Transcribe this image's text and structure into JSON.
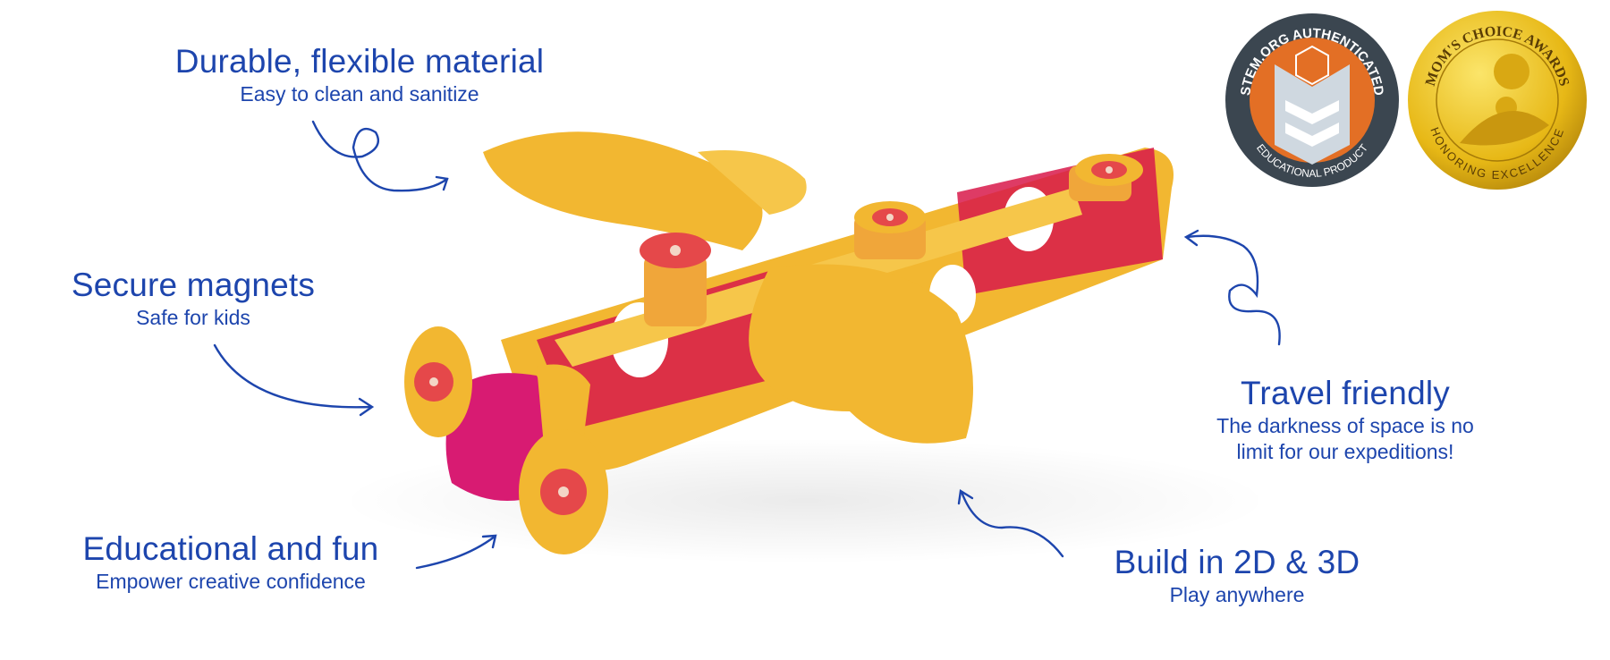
{
  "features": [
    {
      "title": "Durable, flexible material",
      "subtitle": "Easy to clean and sanitize"
    },
    {
      "title": "Secure magnets",
      "subtitle": "Safe for kids"
    },
    {
      "title": "Educational and fun",
      "subtitle": "Empower creative confidence"
    },
    {
      "title": "Build in 2D & 3D",
      "subtitle": "Play anywhere"
    },
    {
      "title": "Travel friendly",
      "subtitle_line1": "The darkness of space is no",
      "subtitle_line2": "limit for our expeditions!"
    }
  ],
  "badges": {
    "stemorg": {
      "top": "STEM.ORG AUTHENTICATED",
      "bottom": "EDUCATIONAL PRODUCT"
    },
    "moms_choice": {
      "top": "MOM'S CHOICE AWARDS",
      "bottom": "HONORING EXCELLENCE"
    }
  },
  "colors": {
    "text": "#1d45ad",
    "yellow": "#f2b731",
    "magenta": "#d81b72",
    "red": "#e5484a",
    "gold": "#e7b816",
    "orange": "#e36f25",
    "slate": "#3b4650"
  }
}
